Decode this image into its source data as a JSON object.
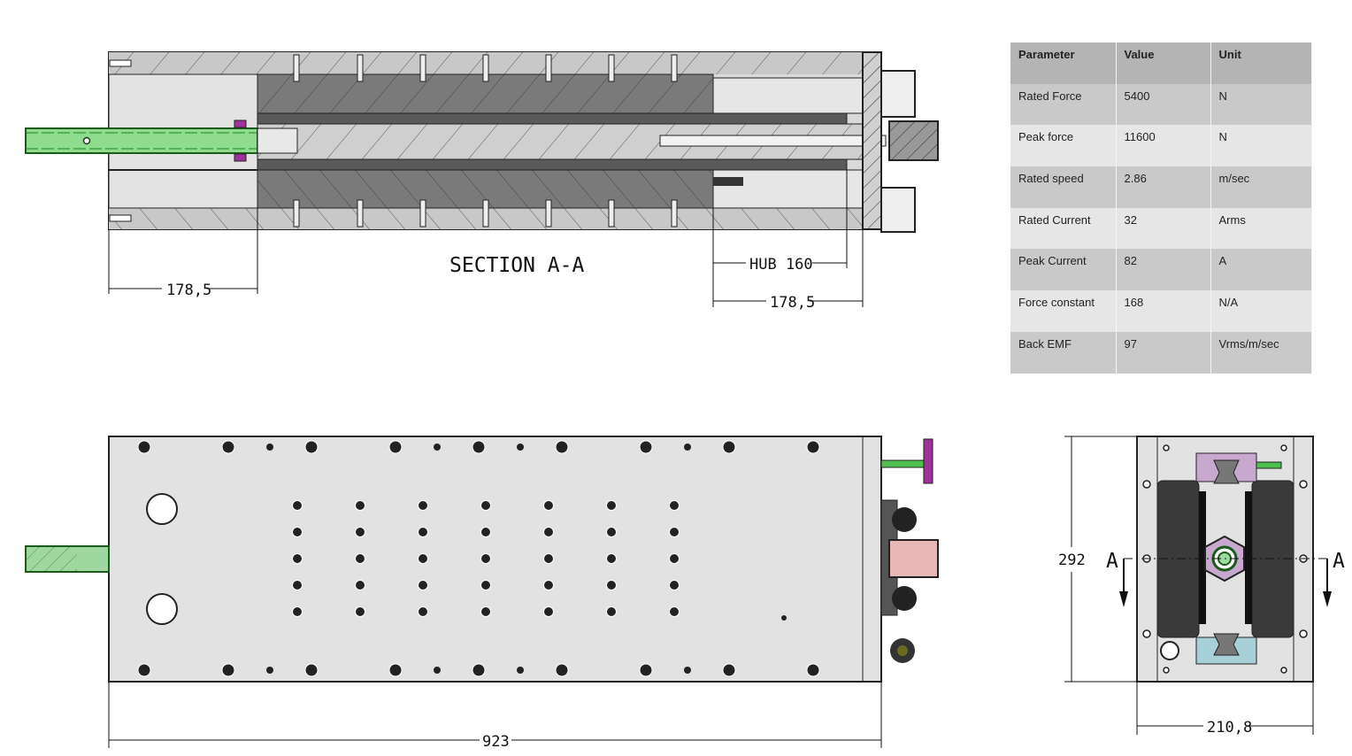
{
  "drawing": {
    "section_title": "SECTION A-A",
    "dim_left_offset": "178,5",
    "dim_hub": "HUB 160",
    "dim_right_offset": "178,5",
    "dim_length": "923",
    "dim_height": "292",
    "dim_width": "210,8",
    "section_marker_left": "A",
    "section_marker_right": "A"
  },
  "spec_table": {
    "headers": [
      "Parameter",
      "Value",
      "Unit"
    ],
    "rows": [
      {
        "parameter": "Rated Force",
        "value": "5400",
        "unit": "N"
      },
      {
        "parameter": "Peak force",
        "value": "11600",
        "unit": "N"
      },
      {
        "parameter": "Rated speed",
        "value": "2.86",
        "unit": "m/sec"
      },
      {
        "parameter": "Rated Current",
        "value": "32",
        "unit": "Arms"
      },
      {
        "parameter": "Peak Current",
        "value": "82",
        "unit": "A"
      },
      {
        "parameter": "Force constant",
        "value": "168",
        "unit": "N/A"
      },
      {
        "parameter": "Back EMF",
        "value": "97",
        "unit": "Vrms/m/sec"
      }
    ]
  },
  "colors": {
    "rod": "#4fc04f",
    "accent": "#a0309a",
    "magnet": "#6e6e6e"
  }
}
